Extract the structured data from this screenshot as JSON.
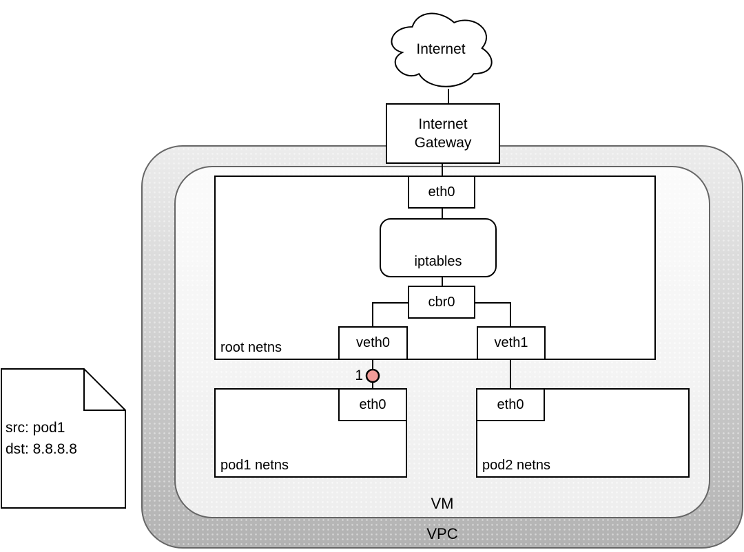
{
  "note": {
    "line1": "src: pod1",
    "line2": "dst: 8.8.8.8"
  },
  "cloud": {
    "label": "Internet"
  },
  "gateway": {
    "line1": "Internet",
    "line2": "Gateway"
  },
  "root_netns": {
    "label": "root netns",
    "eth0_label": "eth0",
    "iptables_label": "iptables",
    "cbr0_label": "cbr0",
    "veth0_label": "veth0",
    "veth1_label": "veth1"
  },
  "pod1": {
    "label": "pod1 netns",
    "eth0_label": "eth0"
  },
  "pod2": {
    "label": "pod2 netns",
    "eth0_label": "eth0"
  },
  "vm": {
    "label": "VM"
  },
  "vpc": {
    "label": "VPC"
  },
  "marker": {
    "label": "1"
  },
  "colors": {
    "marker_fill": "#f19c99",
    "vpc_gradient_top": "#ececec",
    "vpc_gradient_bottom": "#b2b2b2",
    "vm_gradient_top": "#fbfbfb",
    "vm_gradient_bottom": "#eeeeee",
    "outer_border": "#666666",
    "box_border": "#000000"
  }
}
